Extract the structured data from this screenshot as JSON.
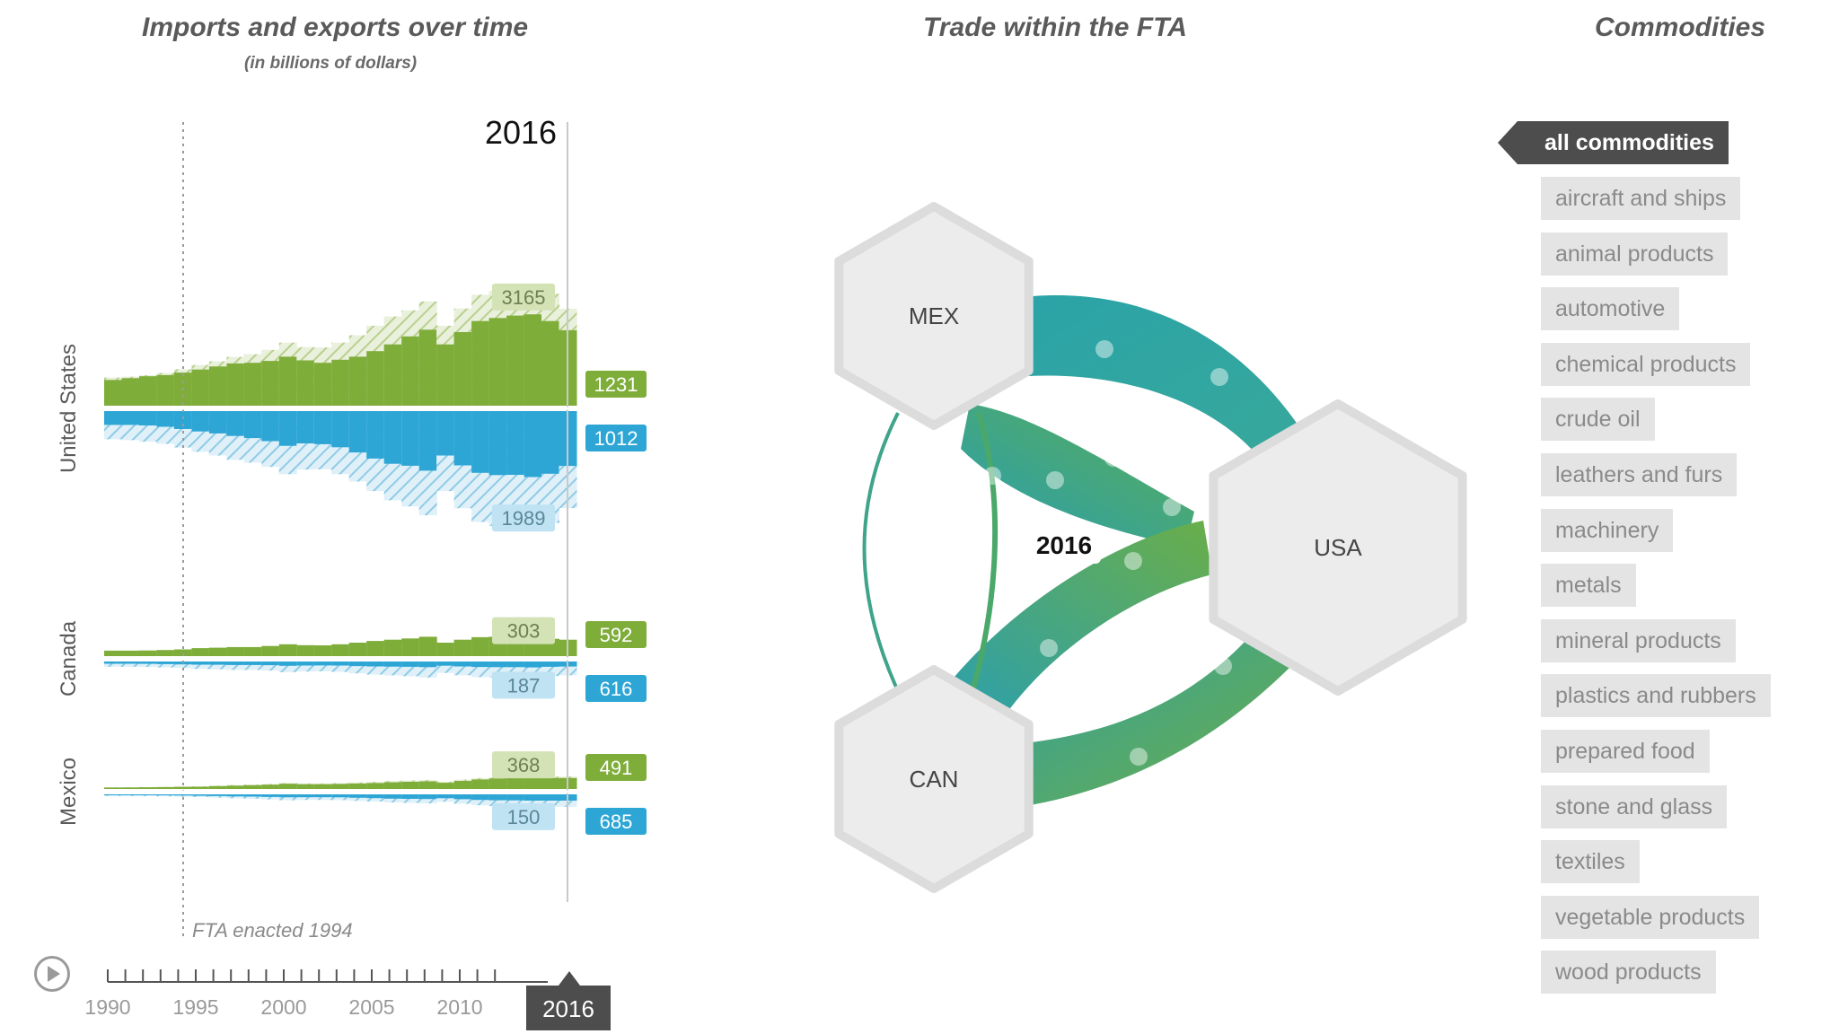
{
  "panels": {
    "left_title": "Imports and exports over time",
    "left_subtitle": "(in billions of dollars)",
    "middle_title": "Trade within the FTA",
    "right_title": "Commodities"
  },
  "colors": {
    "export_green": "#7fad3a",
    "export_green_light": "#c5d9a0",
    "import_blue": "#2da6d6",
    "import_blue_light": "#a6d7ec",
    "node_fill": "#ececec",
    "node_stroke": "#dcdcdc",
    "active_commodity": "#4d4d4d"
  },
  "chart_data": {
    "type": "area",
    "unit": "billions of dollars",
    "years": [
      1990,
      1991,
      1992,
      1993,
      1994,
      1995,
      1996,
      1997,
      1998,
      1999,
      2000,
      2001,
      2002,
      2003,
      2004,
      2005,
      2006,
      2007,
      2008,
      2009,
      2010,
      2011,
      2012,
      2013,
      2014,
      2015,
      2016
    ],
    "selected_year_label": "2016",
    "countries": [
      {
        "name": "United States",
        "exports": [
          420,
          450,
          480,
          500,
          540,
          590,
          640,
          690,
          700,
          730,
          800,
          740,
          700,
          750,
          800,
          890,
          1000,
          1130,
          1240,
          1000,
          1200,
          1380,
          1430,
          1470,
          1490,
          1380,
          1231
        ],
        "imports": [
          500,
          500,
          520,
          570,
          650,
          740,
          810,
          900,
          980,
          1090,
          1260,
          1170,
          1200,
          1310,
          1500,
          1720,
          1910,
          1980,
          2160,
          1610,
          1970,
          2240,
          2320,
          2310,
          2390,
          2270,
          1989
        ],
        "total_trade": [
          920,
          950,
          1000,
          1070,
          1190,
          1330,
          1450,
          1590,
          1680,
          1820,
          2060,
          1910,
          1900,
          2060,
          2300,
          2610,
          2910,
          3110,
          3400,
          2610,
          3170,
          3620,
          3750,
          3780,
          3880,
          3650,
          3165
        ],
        "label_bar_total": "3165",
        "label_bar_imports": "1989",
        "label_exports": "1231",
        "label_imports": "1012"
      },
      {
        "name": "Canada",
        "exports": [
          130,
          130,
          135,
          145,
          160,
          190,
          200,
          215,
          215,
          240,
          280,
          260,
          255,
          280,
          320,
          360,
          390,
          420,
          460,
          320,
          390,
          450,
          460,
          460,
          480,
          410,
          390
        ],
        "imports": [
          120,
          120,
          125,
          135,
          150,
          165,
          170,
          185,
          185,
          195,
          225,
          215,
          210,
          215,
          240,
          260,
          270,
          280,
          300,
          220,
          260,
          290,
          300,
          300,
          310,
          280,
          265
        ],
        "total_trade": [
          250,
          250,
          260,
          280,
          310,
          355,
          370,
          400,
          400,
          435,
          505,
          475,
          465,
          495,
          560,
          620,
          660,
          700,
          760,
          540,
          650,
          740,
          760,
          760,
          790,
          690,
          655
        ],
        "label_bar_total": "303",
        "label_bar_imports": "187",
        "label_exports": "592",
        "label_imports": "616"
      },
      {
        "name": "Mexico",
        "exports": [
          30,
          32,
          36,
          40,
          45,
          48,
          60,
          70,
          80,
          90,
          110,
          100,
          100,
          105,
          115,
          125,
          140,
          150,
          160,
          130,
          170,
          200,
          220,
          230,
          240,
          230,
          230
        ],
        "imports": [
          40,
          42,
          44,
          48,
          55,
          65,
          80,
          95,
          105,
          120,
          140,
          135,
          135,
          140,
          160,
          175,
          200,
          210,
          220,
          180,
          225,
          260,
          275,
          280,
          295,
          295,
          295
        ],
        "total_trade": [
          70,
          74,
          80,
          88,
          100,
          113,
          140,
          165,
          185,
          210,
          250,
          235,
          235,
          245,
          275,
          300,
          340,
          360,
          380,
          310,
          395,
          460,
          495,
          510,
          535,
          525,
          525
        ],
        "label_bar_total": "368",
        "label_bar_imports": "150",
        "label_exports": "491",
        "label_imports": "685"
      }
    ],
    "annotation": "FTA enacted 1994",
    "x_tick_labels": [
      "1990",
      "1995",
      "2000",
      "2005",
      "2010"
    ],
    "current_year_label": "2016"
  },
  "network": {
    "year_label": "2016",
    "nodes": [
      {
        "label": "MEX"
      },
      {
        "label": "USA"
      },
      {
        "label": "CAN"
      }
    ]
  },
  "commodities": {
    "active": "all commodities",
    "items": [
      "aircraft and ships",
      "animal products",
      "automotive",
      "chemical products",
      "crude oil",
      "leathers and furs",
      "machinery",
      "metals",
      "mineral products",
      "plastics and rubbers",
      "prepared food",
      "stone and glass",
      "textiles",
      "vegetable products",
      "wood products"
    ]
  }
}
